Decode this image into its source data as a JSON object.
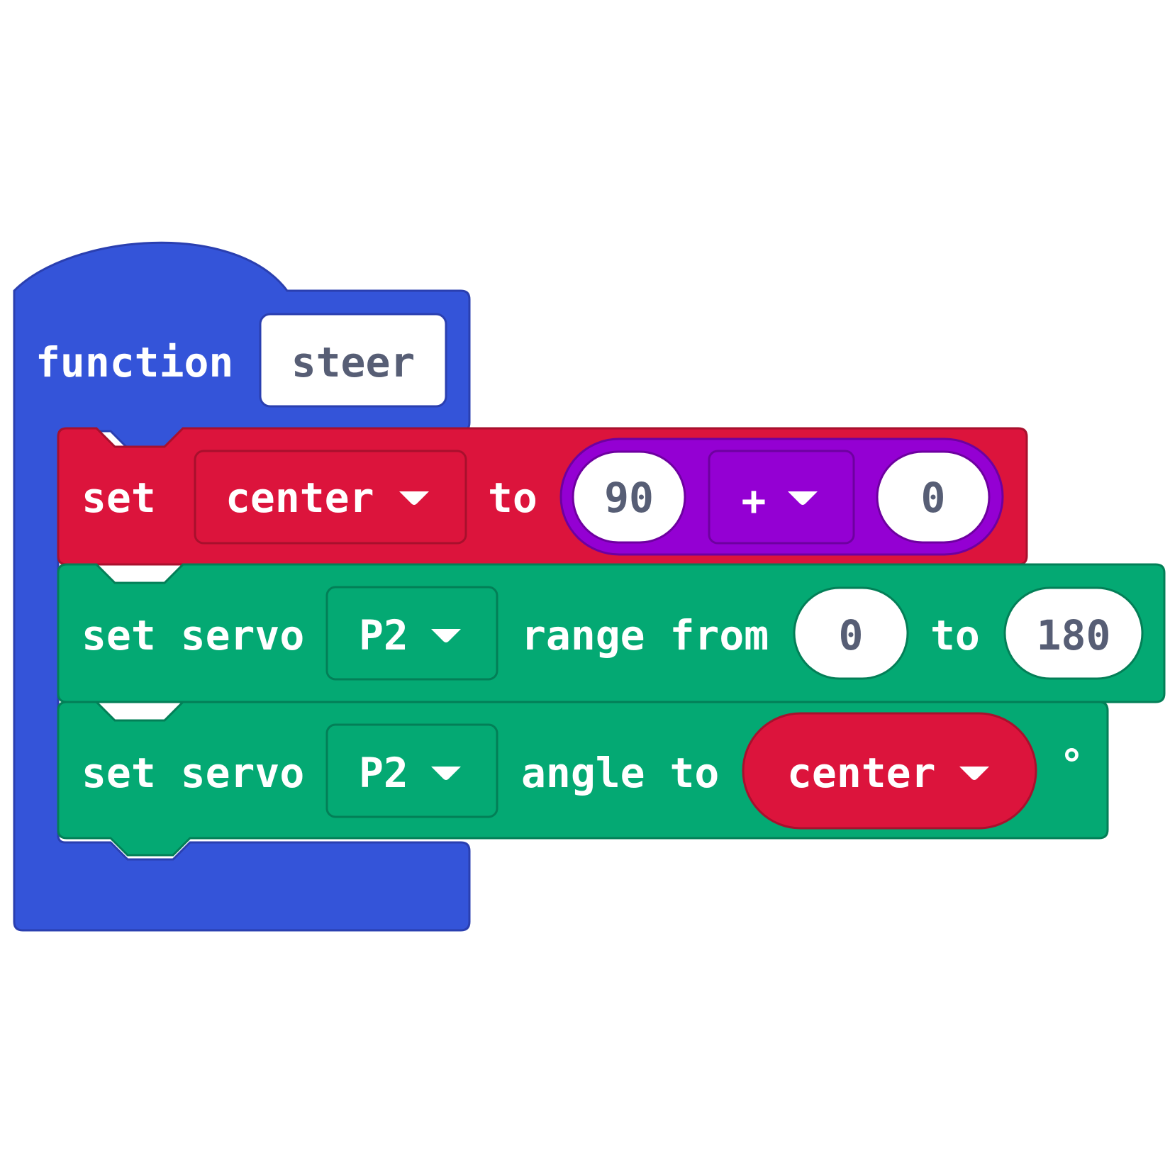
{
  "colors": {
    "function_block": "#3454d9",
    "function_block_border": "#2a3fb0",
    "variables_block": "#dc143c",
    "variables_block_border": "#a8102d",
    "math_block": "#9400d3",
    "math_block_border": "#6e00a0",
    "servo_block": "#04a973",
    "servo_block_border": "#037f57",
    "field_background": "#ffffff",
    "field_text": "#575e75"
  },
  "function_block": {
    "keyword": "function",
    "name": "steer"
  },
  "set_variable_block": {
    "keyword": "set",
    "variable": "center",
    "variable_dropdown_icon": "chevron-down-icon",
    "to_label": "to",
    "expression": {
      "left": "90",
      "operator": "+",
      "operator_dropdown_icon": "chevron-down-icon",
      "right": "0"
    }
  },
  "servo_range_block": {
    "label": "set servo",
    "pin": "P2",
    "pin_dropdown_icon": "chevron-down-icon",
    "range_label": "range from",
    "from_value": "0",
    "to_label": "to",
    "to_value": "180"
  },
  "servo_angle_block": {
    "label": "set servo",
    "pin": "P2",
    "pin_dropdown_icon": "chevron-down-icon",
    "angle_label": "angle to",
    "variable": "center",
    "variable_dropdown_icon": "chevron-down-icon",
    "unit": "°"
  }
}
